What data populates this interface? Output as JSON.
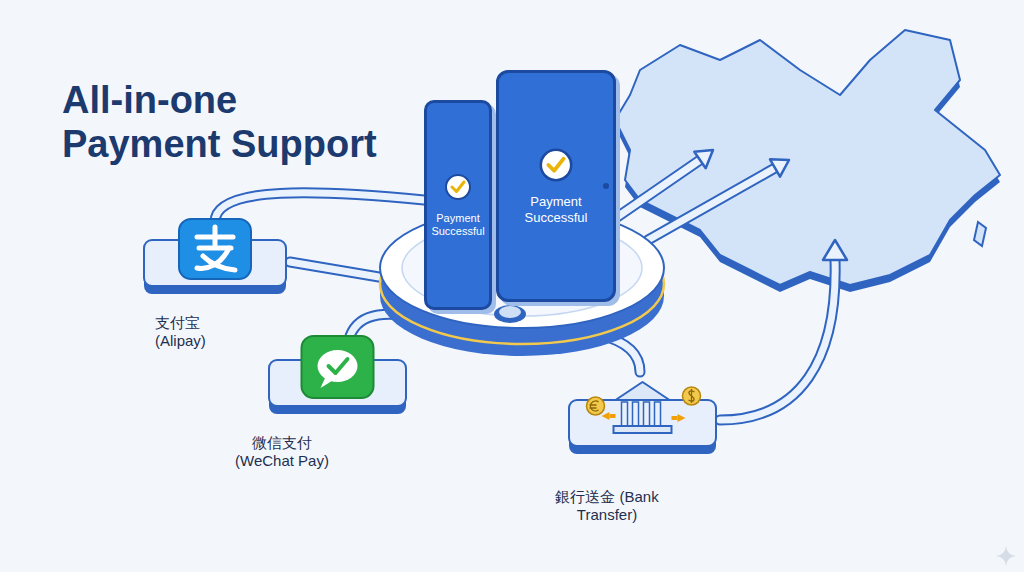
{
  "diagram": {
    "title": "All-in-one Payment Support",
    "nodes": [
      {
        "text": [
          "Payment Successful"
        ]
      },
      {
        "text": [
          "Payment Successful"
        ]
      },
      {
        "text": [
          "支付宝 (Alipay)"
        ]
      },
      {
        "text": [
          "微信支付 (WeChat Pay)"
        ]
      },
      {
        "text": [
          "銀行送金 (Bank Transfer)"
        ]
      }
    ]
  }
}
